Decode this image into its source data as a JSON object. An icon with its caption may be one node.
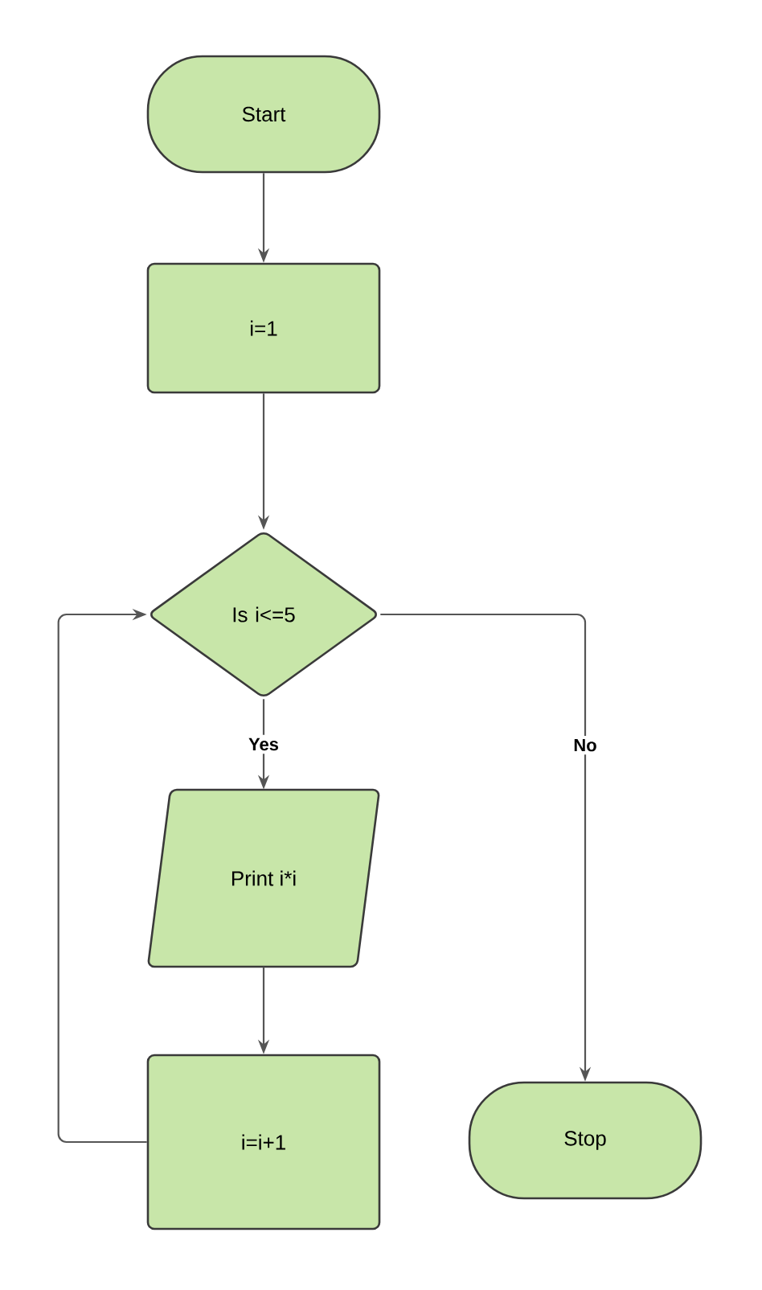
{
  "diagram": {
    "nodes": [
      {
        "text": [
          "Start"
        ]
      },
      {
        "text": [
          "i=1"
        ]
      },
      {
        "text": [
          "Is i<=5"
        ]
      },
      {
        "text": [
          "Print i*i"
        ]
      },
      {
        "text": [
          "i=i+1"
        ]
      },
      {
        "text": [
          "Stop"
        ]
      }
    ],
    "edges": [
      {
        "from": 0,
        "to": 1,
        "arrow": "to"
      },
      {
        "from": 1,
        "to": 2,
        "arrow": "to"
      },
      {
        "from": 2,
        "to": 3,
        "arrow": "to",
        "label": "Yes"
      },
      {
        "from": 3,
        "to": 4,
        "arrow": "to"
      },
      {
        "from": 2,
        "to": 5,
        "arrow": "to",
        "label": "No"
      },
      {
        "from": 4,
        "to": 2,
        "arrow": "to"
      }
    ]
  }
}
